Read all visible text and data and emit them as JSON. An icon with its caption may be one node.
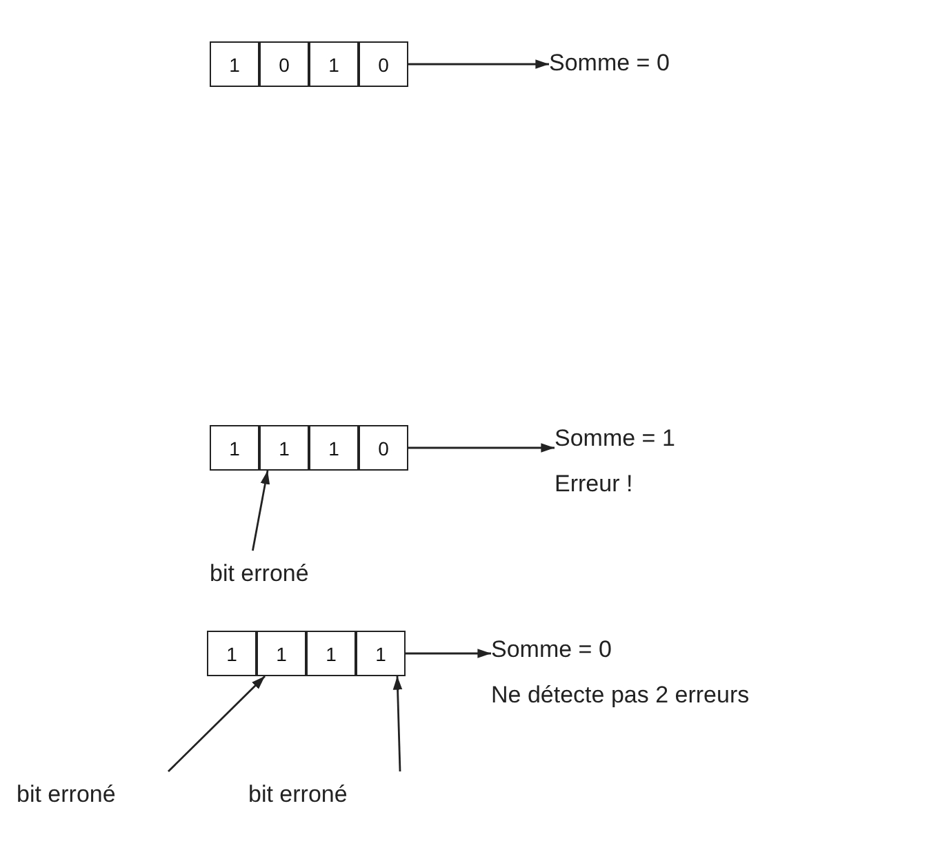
{
  "diagram": {
    "nodes": [
      {
        "text": [
          "1"
        ]
      },
      {
        "text": [
          "0"
        ]
      },
      {
        "text": [
          "1"
        ]
      },
      {
        "text": [
          "0"
        ]
      },
      {
        "text": [
          "Somme = 0"
        ]
      },
      {
        "text": [
          "1"
        ]
      },
      {
        "text": [
          "1"
        ]
      },
      {
        "text": [
          "1"
        ]
      },
      {
        "text": [
          "0"
        ]
      },
      {
        "text": [
          "Somme = 1",
          "Erreur !"
        ]
      },
      {
        "text": [
          "bit erroné"
        ]
      },
      {
        "text": [
          "1"
        ]
      },
      {
        "text": [
          "1"
        ]
      },
      {
        "text": [
          "1"
        ]
      },
      {
        "text": [
          "1"
        ]
      },
      {
        "text": [
          "Somme = 0",
          "Ne détecte pas 2 erreurs"
        ]
      },
      {
        "text": [
          "bit erroné"
        ]
      },
      {
        "text": [
          "bit erroné"
        ]
      }
    ],
    "edges": [
      {
        "from": 3,
        "to": 4,
        "arrow": "to"
      },
      {
        "from": 8,
        "to": 9,
        "arrow": "to"
      },
      {
        "from": 10,
        "to": 6,
        "arrow": "to"
      },
      {
        "from": 14,
        "to": 15,
        "arrow": "to"
      },
      {
        "from": 16,
        "to": 12,
        "arrow": "to"
      },
      {
        "from": 17,
        "to": 14,
        "arrow": "to"
      }
    ]
  }
}
